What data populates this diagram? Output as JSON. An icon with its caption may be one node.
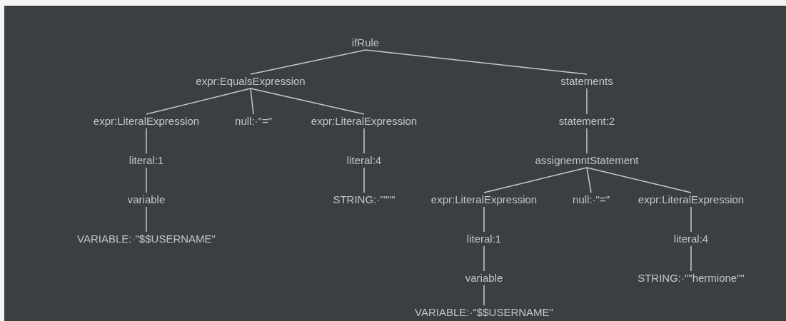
{
  "diagram": {
    "nodes": [
      {
        "text": [
          "ifRule"
        ]
      },
      {
        "text": [
          "expr:EqualsExpression"
        ]
      },
      {
        "text": [
          "statements"
        ]
      },
      {
        "text": [
          "expr:LiteralExpression"
        ]
      },
      {
        "text": [
          "null:·\"=\""
        ]
      },
      {
        "text": [
          "expr:LiteralExpression"
        ]
      },
      {
        "text": [
          "statement:2"
        ]
      },
      {
        "text": [
          "literal:1"
        ]
      },
      {
        "text": [
          "literal:4"
        ]
      },
      {
        "text": [
          "assignemntStatement"
        ]
      },
      {
        "text": [
          "variable"
        ]
      },
      {
        "text": [
          "STRING:·\"\"\"\""
        ]
      },
      {
        "text": [
          "expr:LiteralExpression"
        ]
      },
      {
        "text": [
          "null:·\"=\""
        ]
      },
      {
        "text": [
          "expr:LiteralExpression"
        ]
      },
      {
        "text": [
          "VARIABLE:·\"$$USERNAME\""
        ]
      },
      {
        "text": [
          "literal:1"
        ]
      },
      {
        "text": [
          "literal:4"
        ]
      },
      {
        "text": [
          "variable"
        ]
      },
      {
        "text": [
          "STRING:·\"\"hermione\"\""
        ]
      },
      {
        "text": [
          "VARIABLE:·\"$$USERNAME\""
        ]
      }
    ],
    "edges": [
      {
        "from": 0,
        "to": 1,
        "arrow": "none"
      },
      {
        "from": 0,
        "to": 2,
        "arrow": "none"
      },
      {
        "from": 1,
        "to": 3,
        "arrow": "none"
      },
      {
        "from": 1,
        "to": 4,
        "arrow": "none"
      },
      {
        "from": 1,
        "to": 5,
        "arrow": "none"
      },
      {
        "from": 2,
        "to": 6,
        "arrow": "none"
      },
      {
        "from": 3,
        "to": 7,
        "arrow": "none"
      },
      {
        "from": 5,
        "to": 8,
        "arrow": "none"
      },
      {
        "from": 6,
        "to": 9,
        "arrow": "none"
      },
      {
        "from": 7,
        "to": 10,
        "arrow": "none"
      },
      {
        "from": 8,
        "to": 11,
        "arrow": "none"
      },
      {
        "from": 9,
        "to": 12,
        "arrow": "none"
      },
      {
        "from": 9,
        "to": 13,
        "arrow": "none"
      },
      {
        "from": 9,
        "to": 14,
        "arrow": "none"
      },
      {
        "from": 10,
        "to": 15,
        "arrow": "none"
      },
      {
        "from": 12,
        "to": 16,
        "arrow": "none"
      },
      {
        "from": 14,
        "to": 17,
        "arrow": "none"
      },
      {
        "from": 16,
        "to": 18,
        "arrow": "none"
      },
      {
        "from": 17,
        "to": 19,
        "arrow": "none"
      },
      {
        "from": 18,
        "to": 20,
        "arrow": "none"
      }
    ]
  }
}
